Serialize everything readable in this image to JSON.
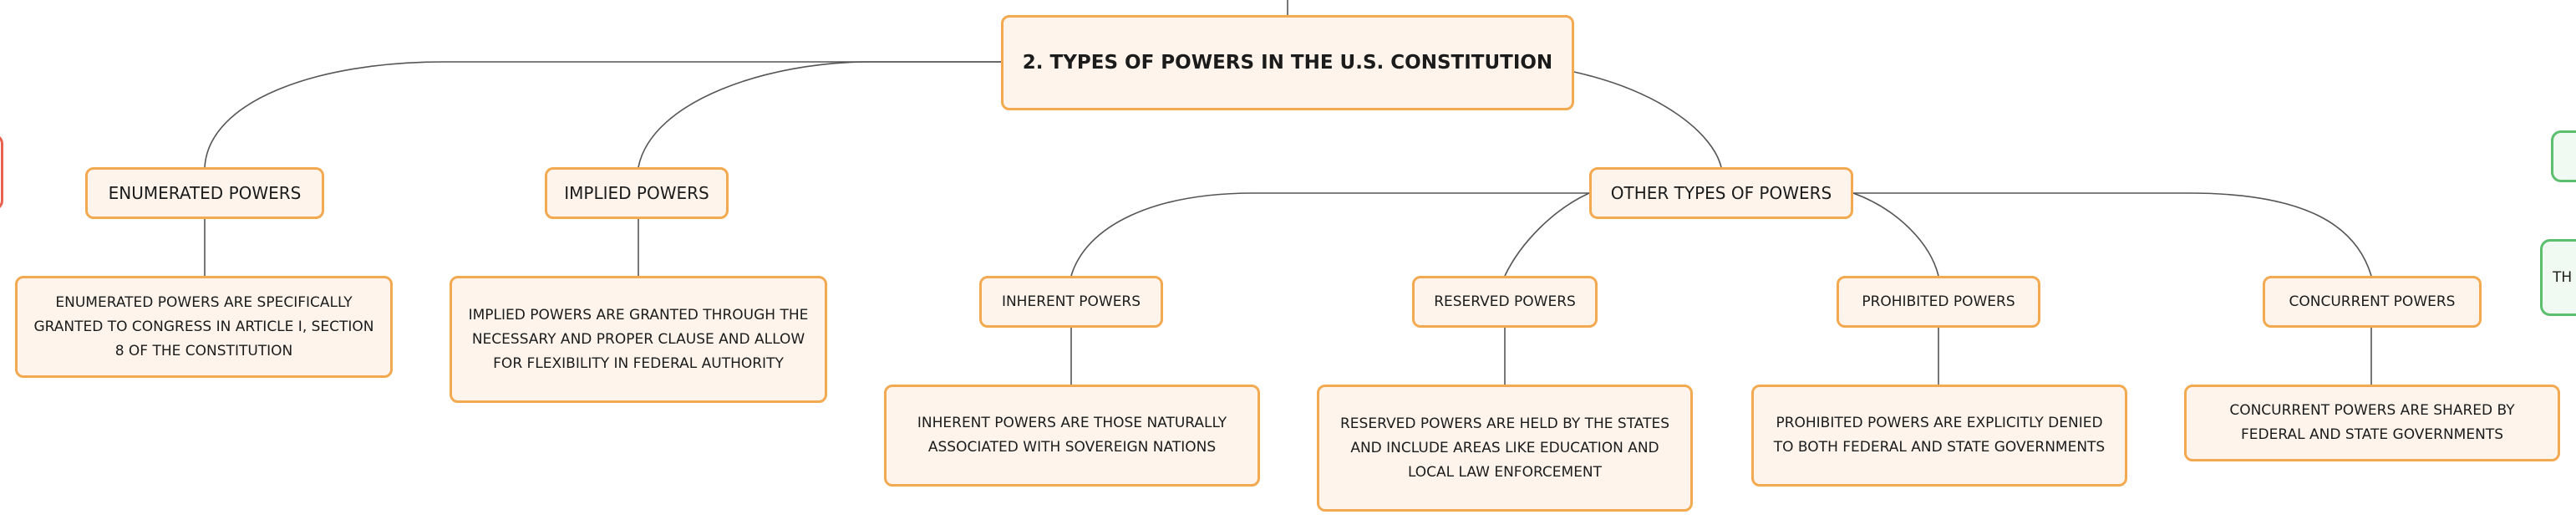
{
  "root": {
    "title": "2. TYPES OF POWERS IN THE U.S. CONSTITUTION"
  },
  "enumerated": {
    "title": "ENUMERATED POWERS",
    "desc": "ENUMERATED POWERS ARE SPECIFICALLY GRANTED TO CONGRESS IN ARTICLE I, SECTION 8 OF THE CONSTITUTION"
  },
  "implied": {
    "title": "IMPLIED POWERS",
    "desc": "IMPLIED POWERS ARE GRANTED THROUGH THE NECESSARY AND PROPER CLAUSE AND ALLOW FOR FLEXIBILITY IN FEDERAL AUTHORITY"
  },
  "other": {
    "title": "OTHER TYPES OF POWERS",
    "children": [
      {
        "title": "INHERENT POWERS",
        "desc": "INHERENT POWERS ARE THOSE NATURALLY ASSOCIATED WITH SOVEREIGN NATIONS"
      },
      {
        "title": "RESERVED POWERS",
        "desc": "RESERVED POWERS ARE HELD BY THE STATES AND INCLUDE AREAS LIKE EDUCATION AND LOCAL LAW ENFORCEMENT"
      },
      {
        "title": "PROHIBITED POWERS",
        "desc": "PROHIBITED POWERS ARE EXPLICITLY DENIED TO BOTH FEDERAL AND STATE GOVERNMENTS"
      },
      {
        "title": "CONCURRENT POWERS",
        "desc": "CONCURRENT POWERS ARE SHARED BY FEDERAL AND STATE GOVERNMENTS"
      }
    ]
  },
  "offscreen": {
    "right_partial_text": "TH"
  },
  "colors": {
    "node_fill": "#fef4ec",
    "node_border": "#f2a950",
    "line": "#555555",
    "red_border": "#e8624f",
    "green_border": "#5cbf6e"
  }
}
